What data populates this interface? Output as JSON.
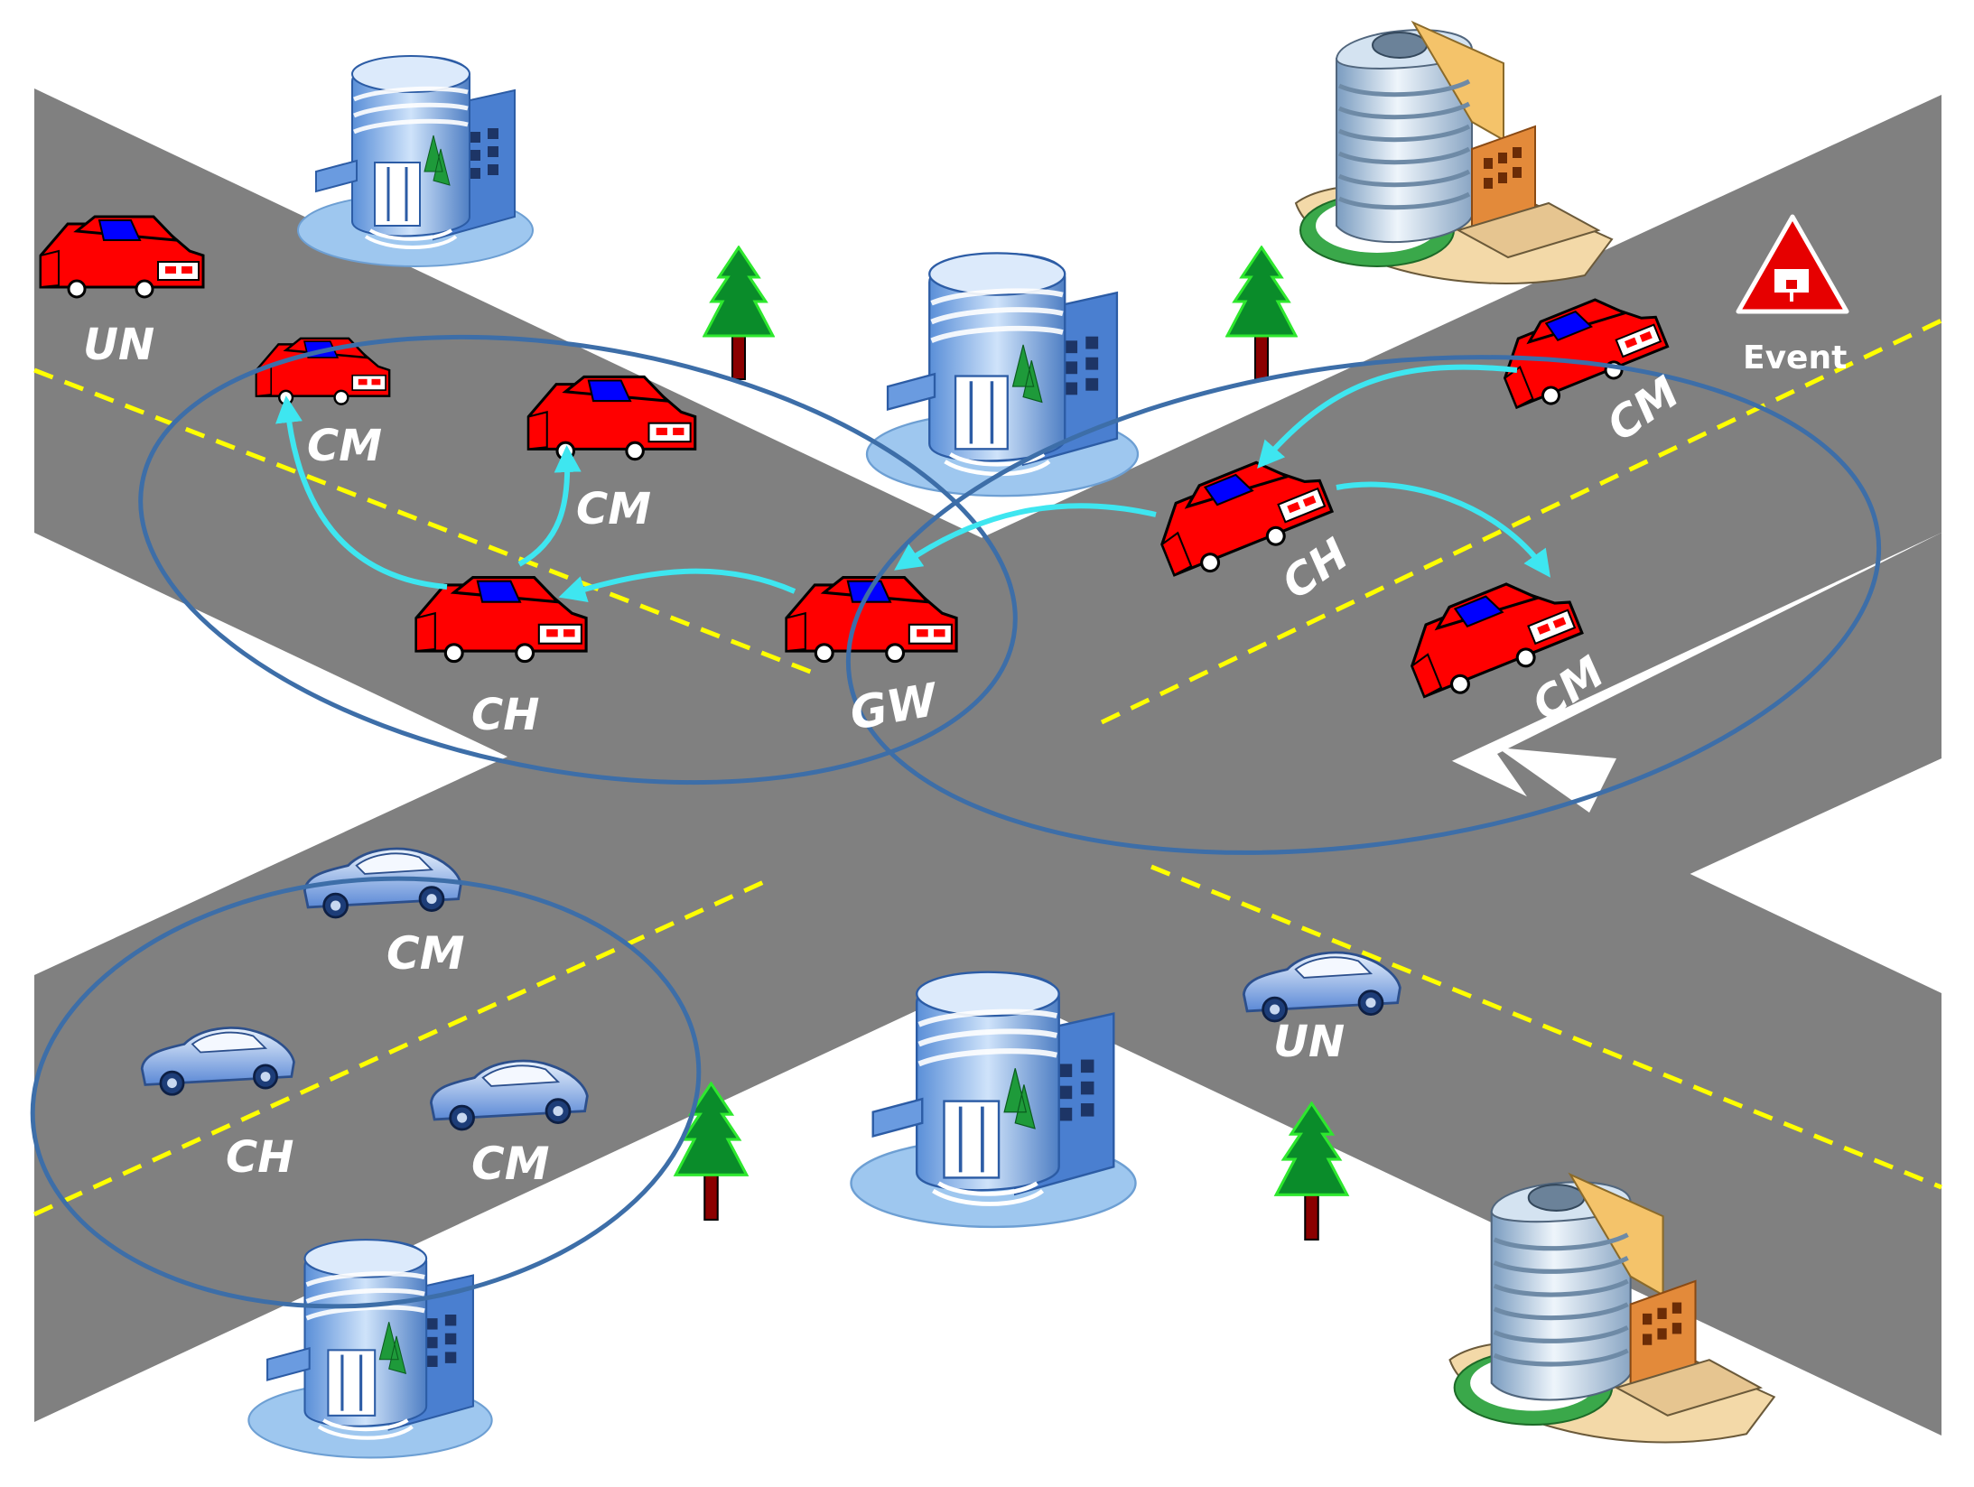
{
  "labels": {
    "un_top": "UN",
    "cm_1": "CM",
    "cm_2": "CM",
    "ch_left": "CH",
    "gw": "GW",
    "ch_right": "CH",
    "cm_right_top": "CM",
    "cm_right_bottom": "CM",
    "cm_blue_top": "CM",
    "ch_blue": "CH",
    "cm_blue_bottom": "CM",
    "un_bottom": "UN",
    "event": "Event"
  },
  "colors": {
    "road": "#808080",
    "lane_marking": "#ffff00",
    "cluster_ring": "#3d6ea8",
    "arrow": "#3ee6f0",
    "car_active": "#ff0000",
    "car_idle": "#8fb4e8",
    "tree": "#0a8c2a",
    "event": "#e60000"
  },
  "icons": [
    "building-icon",
    "office-tower-icon",
    "tree-icon",
    "car-icon",
    "warning-event-icon"
  ]
}
